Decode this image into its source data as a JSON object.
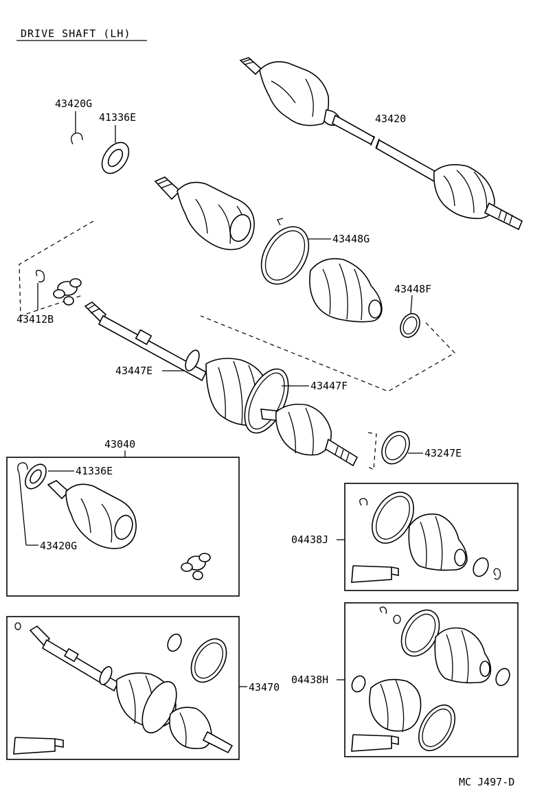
{
  "title": "DRIVE SHAFT (LH)",
  "code": "MC J497-D",
  "labels": {
    "p43420G_top": "43420G",
    "p41336E_top": "41336E",
    "p43420": "43420",
    "p43448G": "43448G",
    "p43448F": "43448F",
    "p43412B": "43412B",
    "p43447E": "43447E",
    "p43447F": "43447F",
    "p43040": "43040",
    "p43247E": "43247E",
    "p41336E_box": "41336E",
    "p43420G_box": "43420G",
    "p04438J": "04438J",
    "p43470": "43470",
    "p04438H": "04438H"
  }
}
